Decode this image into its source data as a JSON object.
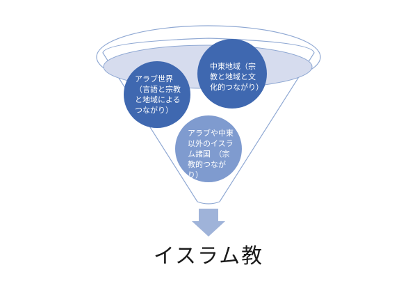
{
  "diagram": {
    "circles": [
      {
        "id": "arab",
        "label": "アラブ世界（言語と宗教と地域によるつながり）"
      },
      {
        "id": "middle-east",
        "label": "中東地域（宗教と地域と文化的つながり）"
      },
      {
        "id": "other-islamic",
        "label": "アラブや中東以外のイスラム諸国　（宗教的つながり）"
      }
    ],
    "result": "イスラム教"
  },
  "colors": {
    "funnel_stroke": "#8fa8d3",
    "funnel_inner_fill": "#d6dcee",
    "circle_dark": "#3f68b0",
    "circle_light": "#7f9bcf",
    "arrow_fill": "#9fb3d9"
  }
}
